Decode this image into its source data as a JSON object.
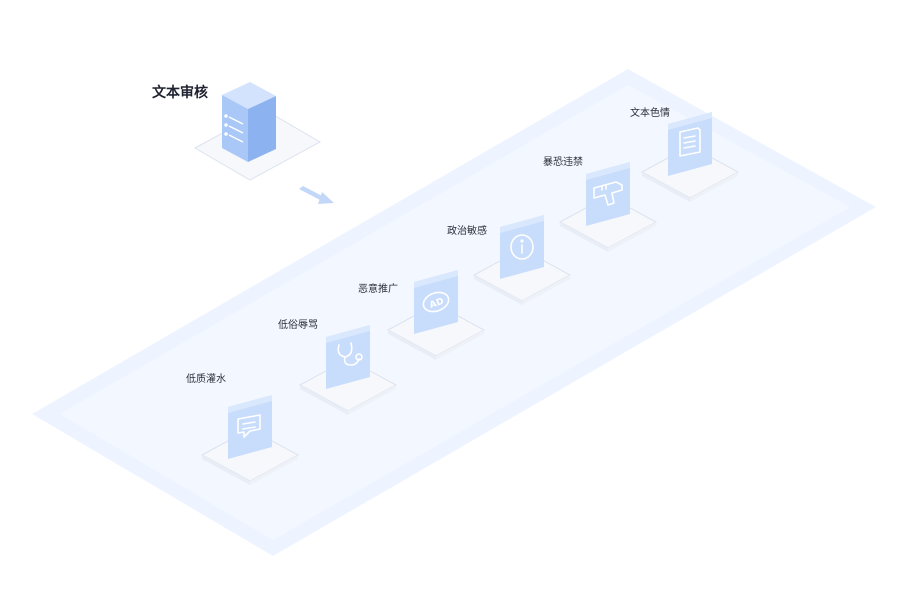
{
  "title": "文本审核",
  "categories": [
    {
      "label": "低质灌水",
      "icon": "comment-icon"
    },
    {
      "label": "低俗辱骂",
      "icon": "stethoscope-icon"
    },
    {
      "label": "恶意推广",
      "icon": "ad-icon"
    },
    {
      "label": "政治敏感",
      "icon": "info-icon"
    },
    {
      "label": "暴恐违禁",
      "icon": "gun-icon"
    },
    {
      "label": "文本色情",
      "icon": "document-icon"
    }
  ],
  "colors": {
    "platform": "#eef4ff",
    "platform_edge": "#dfe9fb",
    "panel": "#c8dcfb",
    "panel_light": "#e6f0ff",
    "icon_stroke": "#ffffff",
    "base": "#f6f8fc",
    "base_edge": "#dde3ee",
    "server_front": "#a9c7f7",
    "server_side": "#8db2f0",
    "server_top": "#d3e3fd",
    "arrow": "#c3d7f8"
  }
}
